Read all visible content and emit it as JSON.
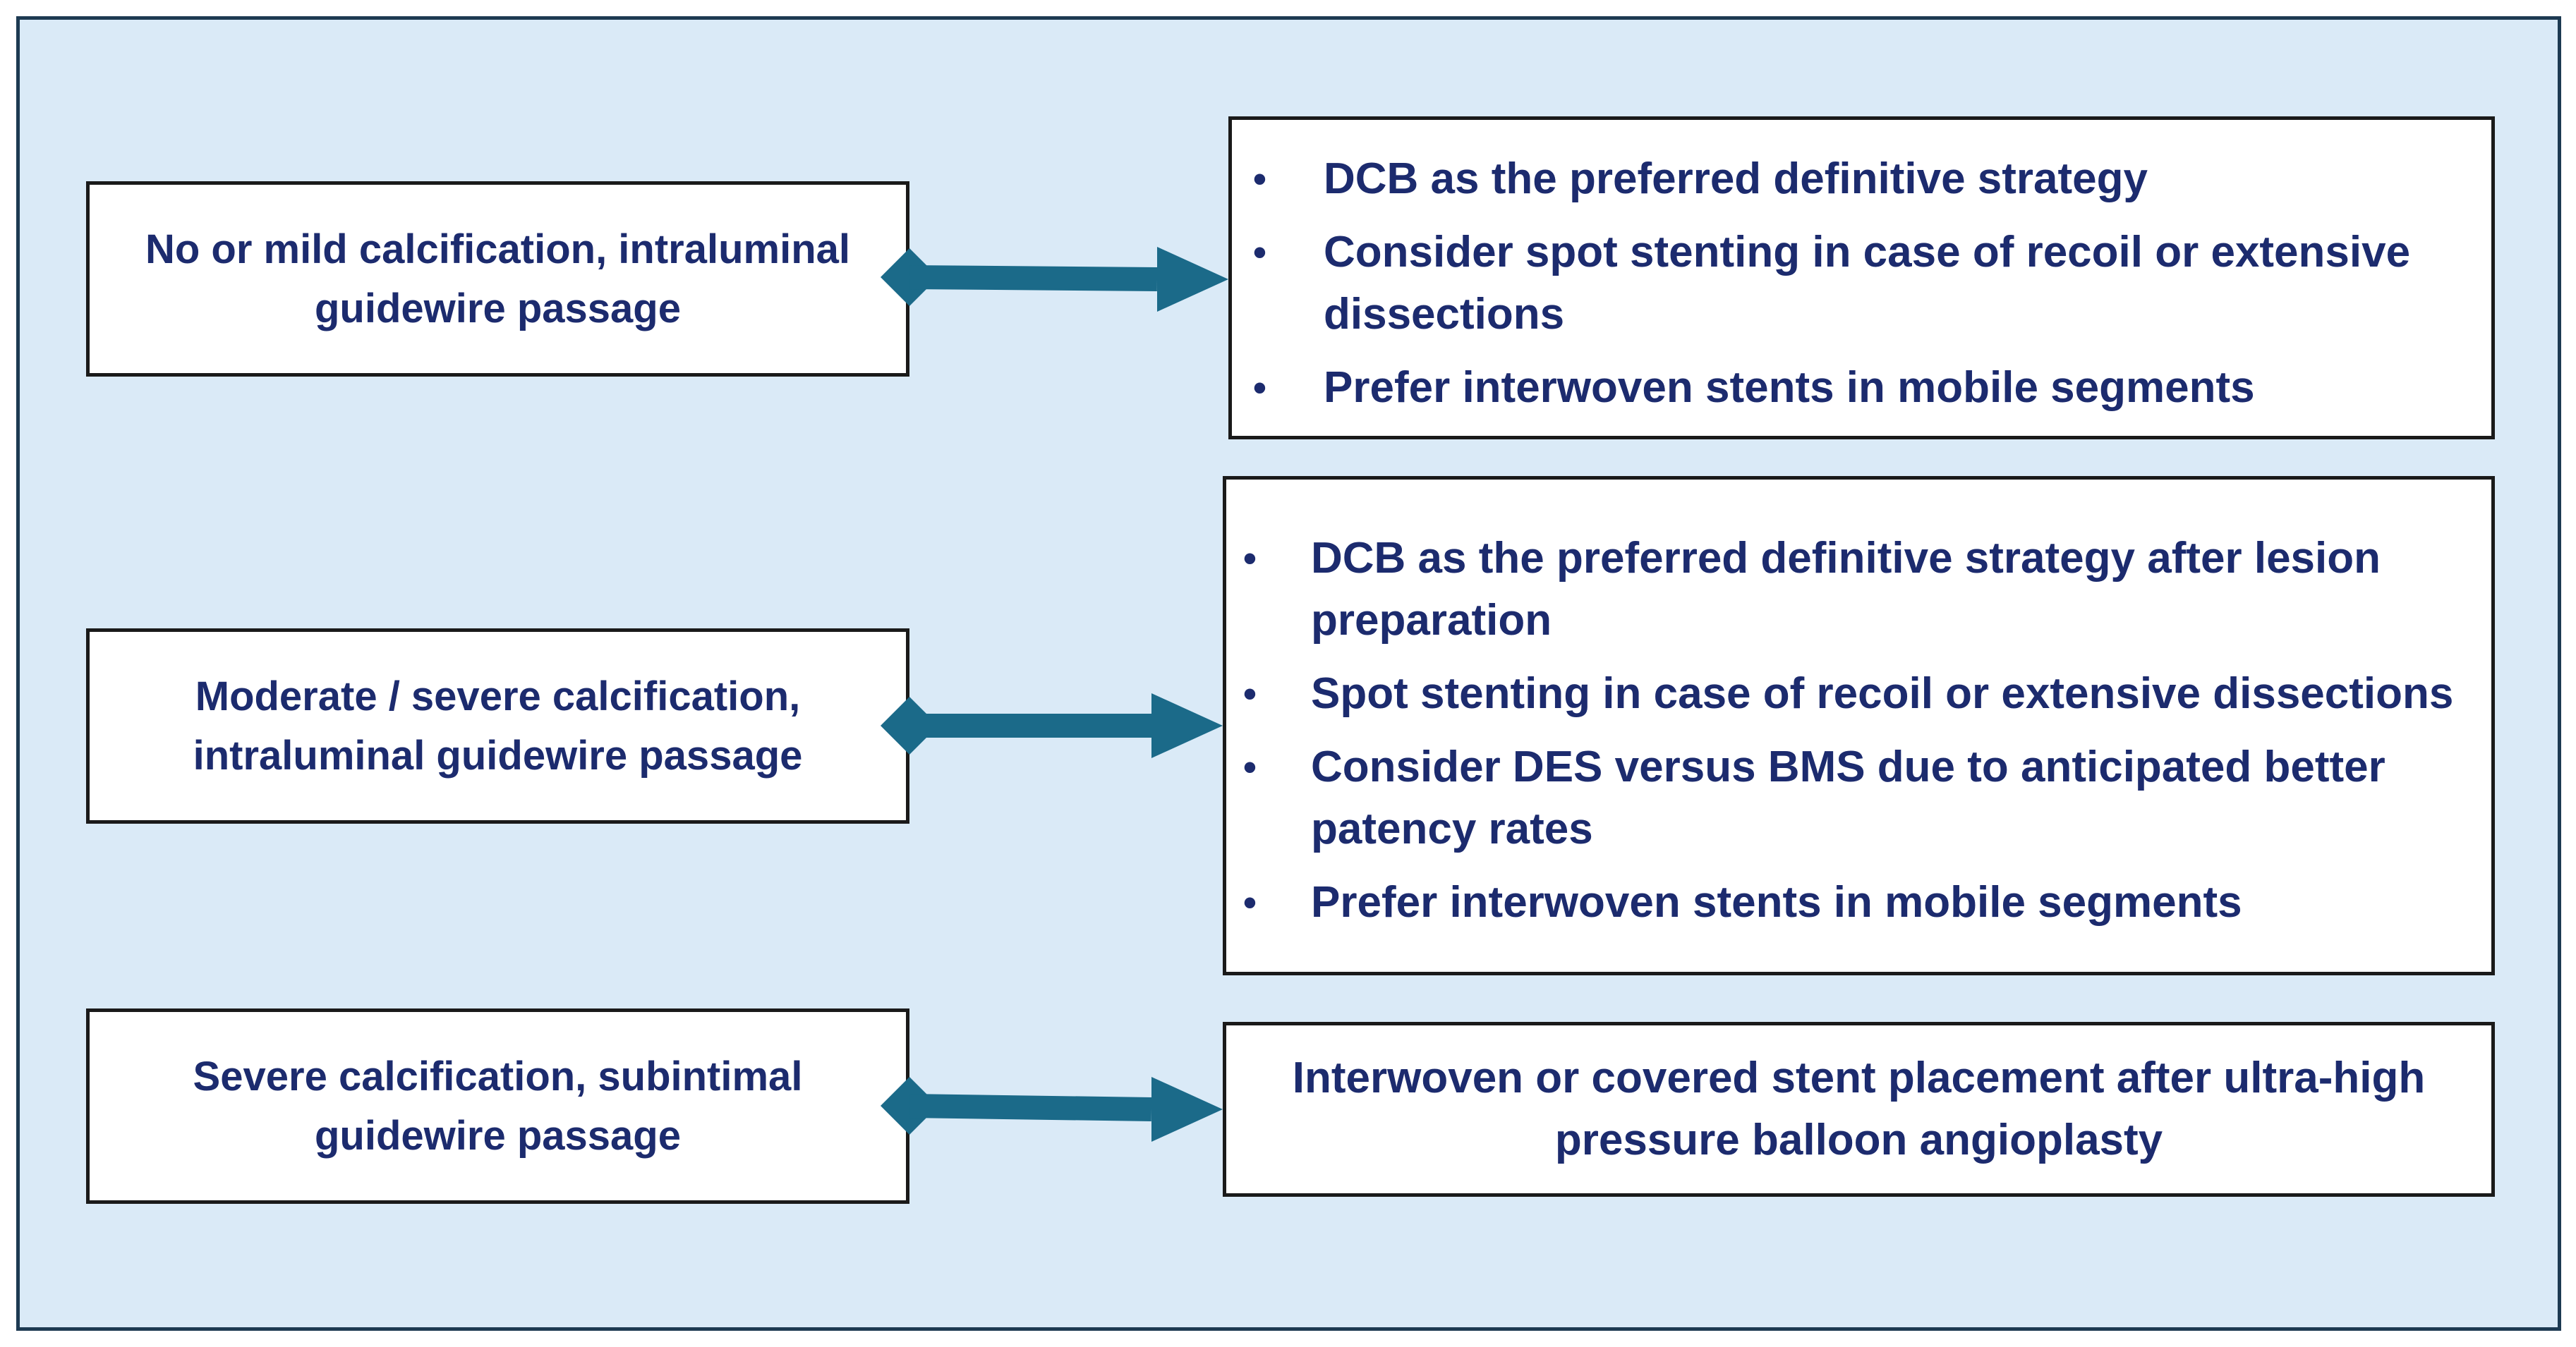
{
  "diagram": {
    "colors": {
      "background": "#daeaf7",
      "frame_border": "#1d3a52",
      "box_border": "#1a1a1a",
      "text": "#1c2b6e",
      "arrow": "#1b6a89"
    },
    "rows": [
      {
        "condition": "No or mild calcification, intraluminal guidewire passage",
        "recommendations": [
          "DCB as the preferred  definitive strategy",
          "Consider spot stenting in case of recoil or extensive dissections",
          "Prefer interwoven stents in mobile segments"
        ]
      },
      {
        "condition": "Moderate / severe calcification, intraluminal guidewire passage",
        "recommendations": [
          "DCB as the preferred  definitive strategy after lesion preparation",
          "Spot stenting in case of recoil or extensive dissections",
          "Consider DES versus BMS due to anticipated better patency rates",
          "Prefer interwoven stents in mobile segments"
        ]
      },
      {
        "condition": "Severe calcification, subintimal guidewire passage",
        "recommendation": "Interwoven or covered stent placement after ultra-high pressure balloon angioplasty"
      }
    ],
    "bullet_symbol": "•"
  }
}
